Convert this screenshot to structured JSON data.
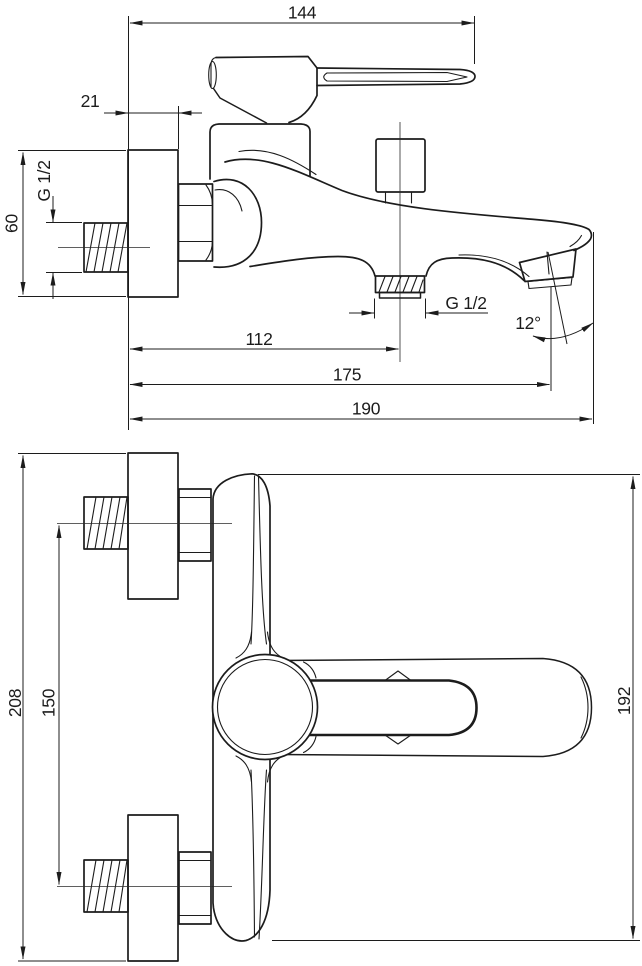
{
  "drawing": {
    "type": "faucet-installation-dimension-drawing",
    "background_color": "#ffffff",
    "line_color": "#1c1c1c",
    "side_view": {
      "dim_handle_length": "144",
      "dim_wall_offset": "21",
      "dim_plate_height": "60",
      "dim_inlet_thread": "G 1/2",
      "dim_shower_outlet_offset": "112",
      "dim_spout_reach": "175",
      "dim_overall_depth": "190",
      "dim_spout_angle": "12°",
      "dim_shower_outlet_thread": "G 1/2"
    },
    "front_view": {
      "dim_overall_height": "208",
      "dim_inlet_spacing": "150",
      "dim_body_height": "192"
    }
  }
}
